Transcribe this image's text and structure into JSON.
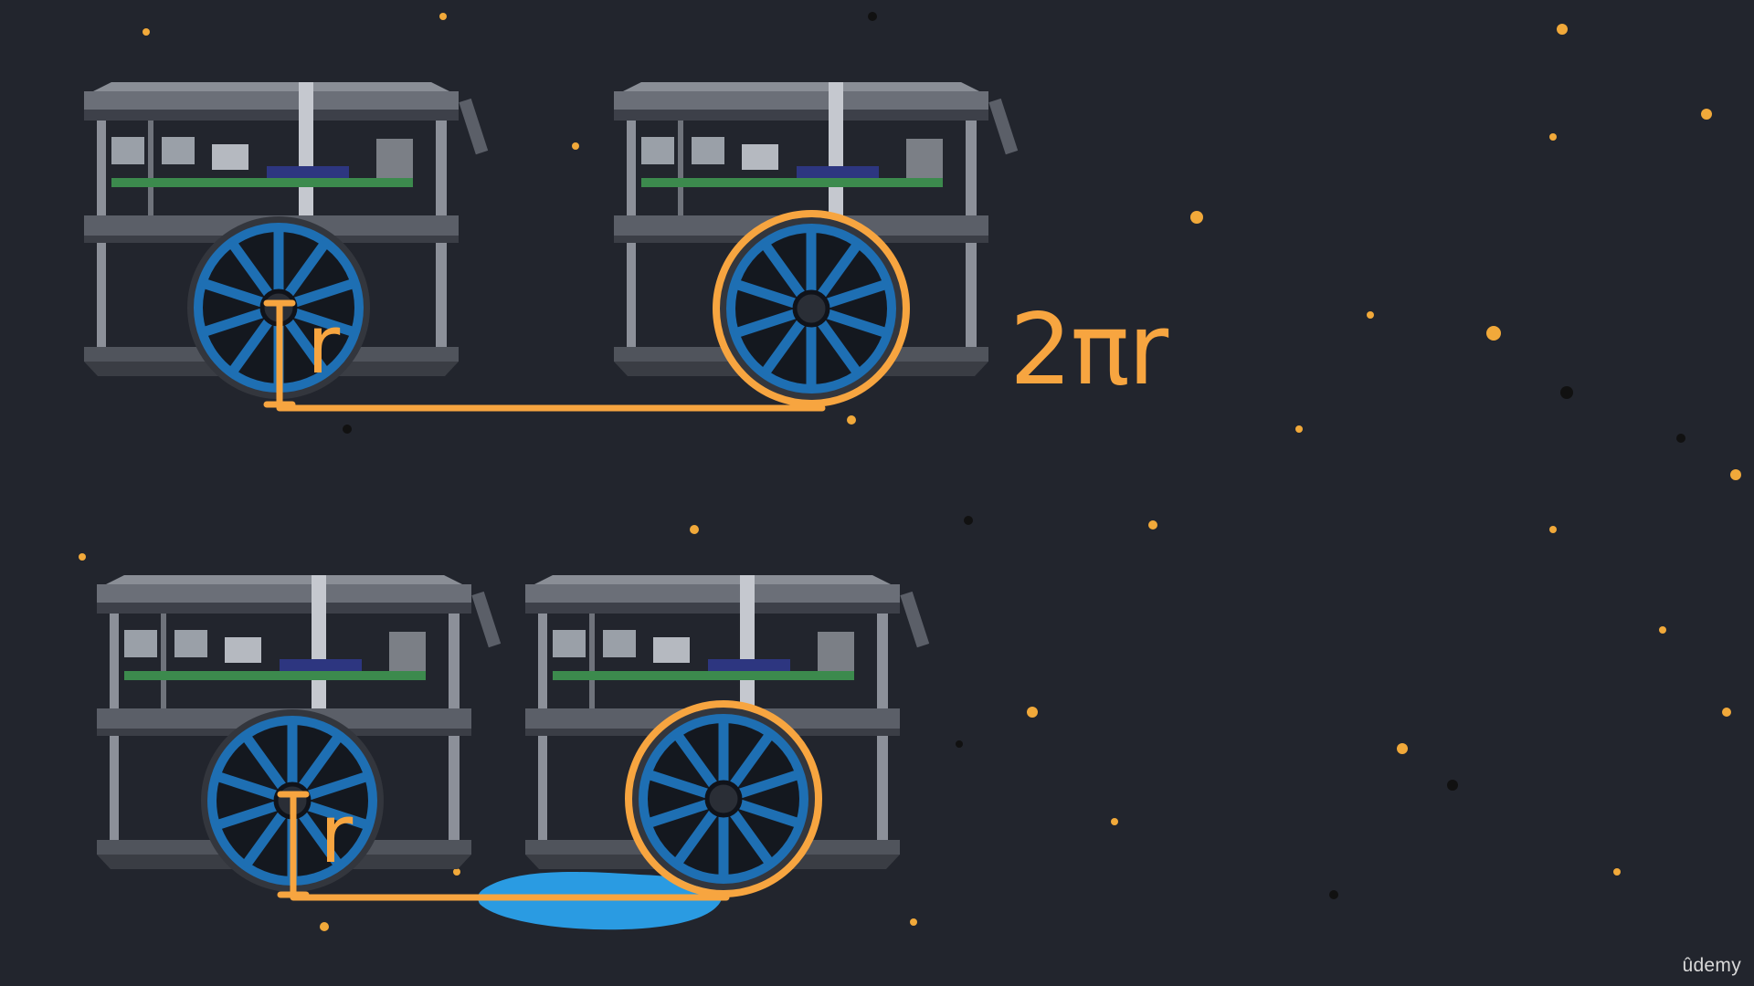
{
  "formula": "2πr",
  "radius_label_top": "r",
  "radius_label_bottom": "r",
  "watermark": "ûdemy",
  "colors": {
    "background": "#22252d",
    "accent": "#f7a540",
    "wheel": "#1e6fb3",
    "frame": "#5b5f68",
    "puddle": "#2a9be2"
  },
  "icons": [
    "robot-icon",
    "wheel-icon",
    "puddle-icon"
  ]
}
